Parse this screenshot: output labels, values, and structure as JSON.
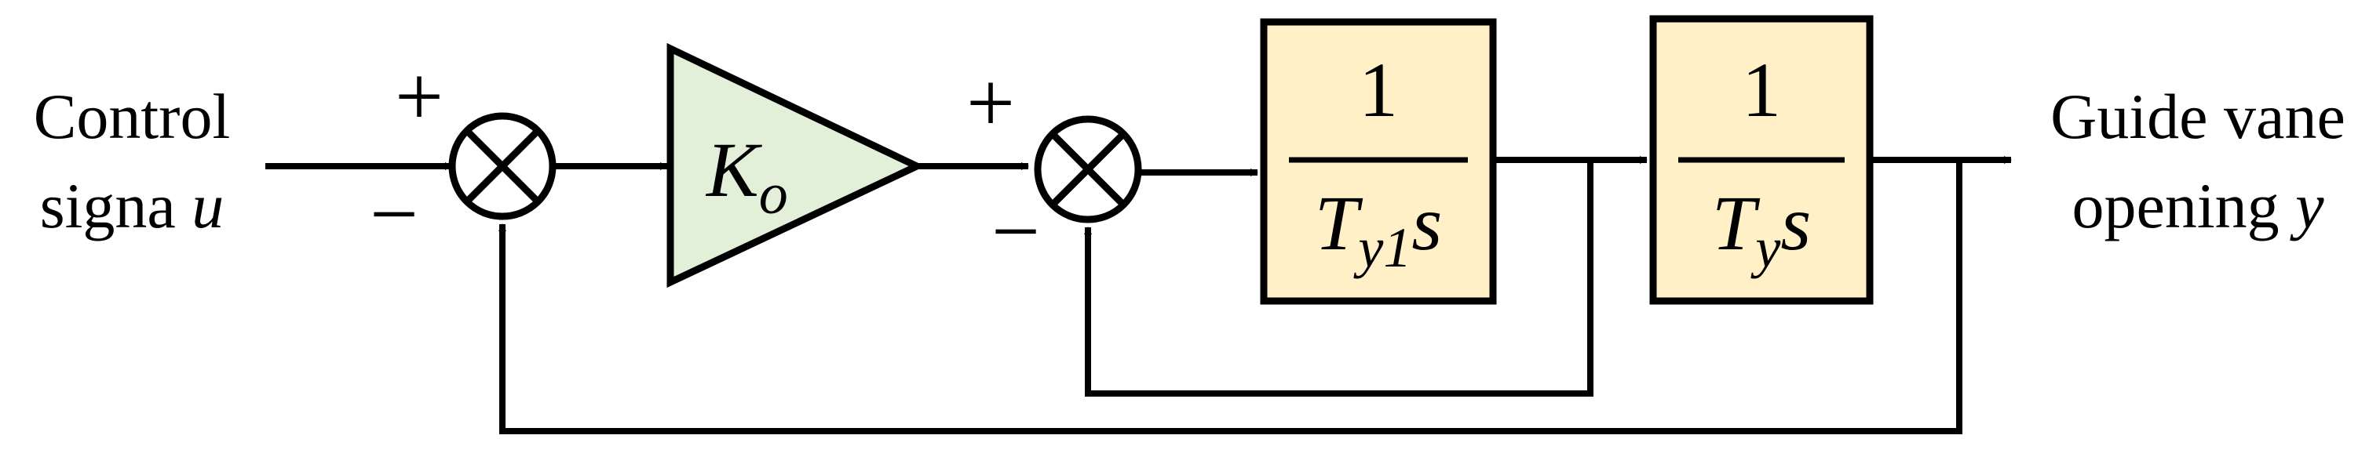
{
  "input_label": {
    "line1": "Control",
    "line2_text": "signa ",
    "line2_var": "u"
  },
  "output_label": {
    "line1": "Guide vane",
    "line2_text": "opening ",
    "line2_var": "y"
  },
  "sum1": {
    "plus": "+",
    "minus": "−"
  },
  "sum2": {
    "plus": "+",
    "minus": "−"
  },
  "gain": {
    "symbol": "K",
    "subscript": "o"
  },
  "block1": {
    "numerator": "1",
    "den_T": "T",
    "den_sub": "y1",
    "den_s": "s"
  },
  "block2": {
    "numerator": "1",
    "den_T": "T",
    "den_sub": "y",
    "den_s": "s"
  },
  "colors": {
    "line": "#000000",
    "gain_fill": "#e2efd9",
    "block_fill": "#fff0c8"
  }
}
